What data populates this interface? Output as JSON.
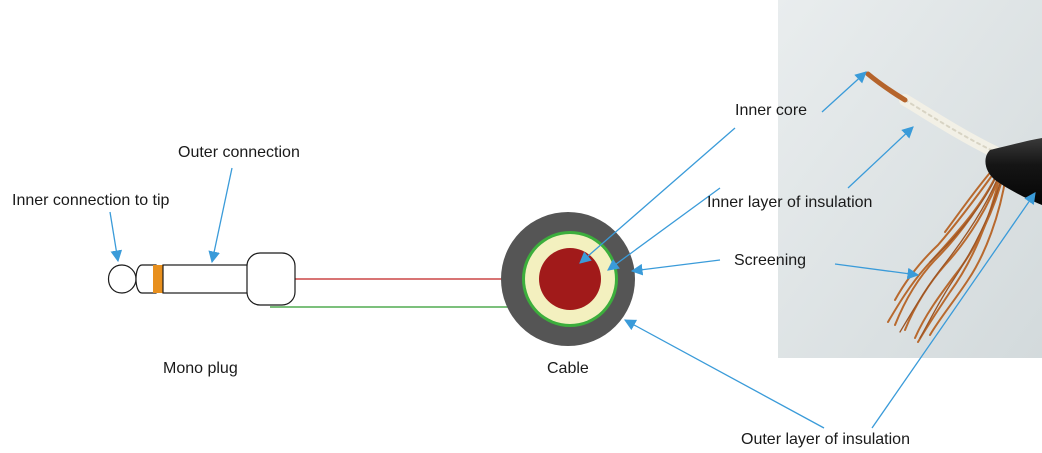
{
  "labels": {
    "inner_connection": "Inner connection to tip",
    "outer_connection": "Outer connection",
    "mono_plug": "Mono plug",
    "cable": "Cable",
    "inner_core": "Inner core",
    "inner_insulation": "Inner layer of insulation",
    "screening": "Screening",
    "outer_insulation": "Outer layer of insulation"
  },
  "colors": {
    "arrow": "#3a9bd9",
    "outer_insulation": "#555555",
    "screening": "#3cae3c",
    "inner_insulation": "#f3f0bf",
    "inner_core": "#a11a1a",
    "tip_band": "#e8901e",
    "red_wire": "#c02020",
    "green_wire": "#2e9a2e",
    "photo_bg": "#dfe4e6"
  }
}
